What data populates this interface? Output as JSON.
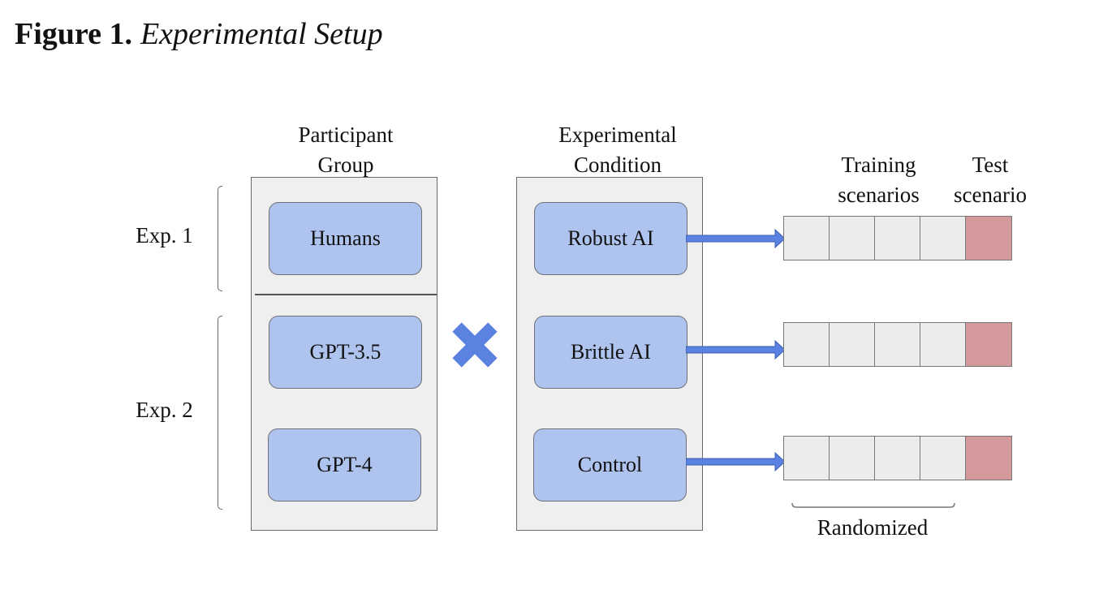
{
  "figure": {
    "number": "Figure 1.",
    "name": "Experimental Setup"
  },
  "participant_group": {
    "header_line1": "Participant",
    "header_line2": "Group",
    "items": [
      "Humans",
      "GPT-3.5",
      "GPT-4"
    ]
  },
  "experimental_condition": {
    "header_line1": "Experimental",
    "header_line2": "Condition",
    "items": [
      "Robust AI",
      "Brittle AI",
      "Control"
    ]
  },
  "experiments": {
    "exp1": "Exp. 1",
    "exp2": "Exp. 2"
  },
  "scenarios": {
    "training_line1": "Training",
    "training_line2": "scenarios",
    "test_line1": "Test",
    "test_line2": "scenario",
    "randomized": "Randomized"
  },
  "colors": {
    "pill_fill": "#aec3ee",
    "panel_fill": "#efefef",
    "arrow": "#5b82e0",
    "cross": "#5b82e0",
    "test_cell": "#d4999a",
    "training_cell": "#ececec"
  },
  "icons": {
    "cross": "cross-multiply-icon",
    "arrow": "right-arrow-icon"
  }
}
